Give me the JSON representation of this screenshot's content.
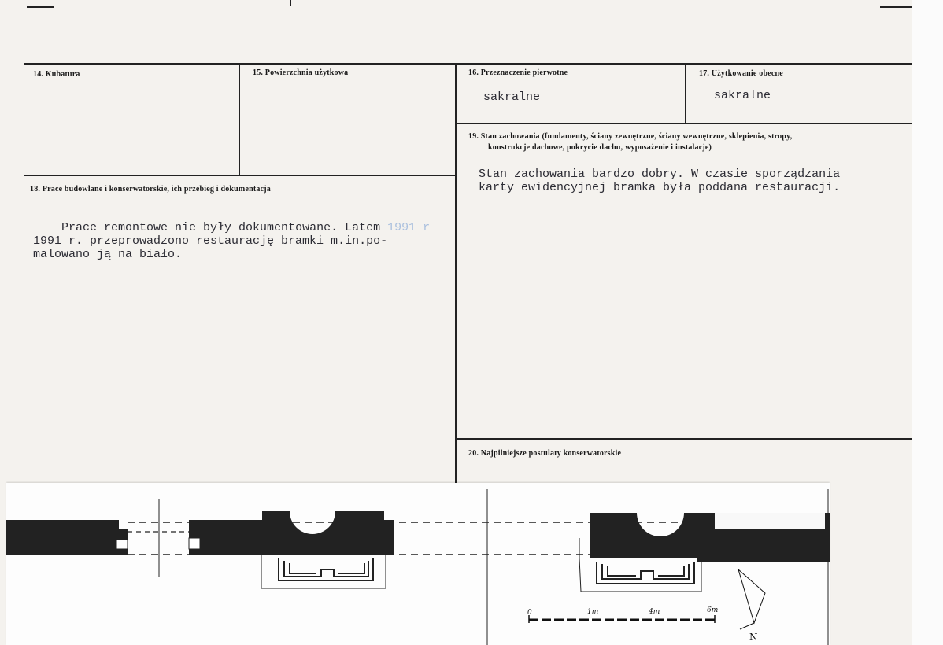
{
  "sections": {
    "s14": {
      "label": "14. Kubatura"
    },
    "s15": {
      "label": "15. Powierzchnia użytkowa"
    },
    "s16": {
      "label": "16. Przeznaczenie pierwotne",
      "value": "sakralne"
    },
    "s17": {
      "label": "17. Użytkowanie obecne",
      "value": "sakralne"
    },
    "s18": {
      "label": "18. Prace budowlane i konserwatorskie, ich przebieg i dokumentacja",
      "text_line1": "    Prace remontowe nie były dokumentowane. Latem ",
      "ghost": "1991 r",
      "text_rest": "1991 r. przeprowadzono restaurację bramki m.in.po-\nmalowano ją na biało."
    },
    "s19": {
      "label_line1": "19. Stan zachowania (fundamenty, ściany zewnętrzne, ściany wewnętrzne, sklepienia, stropy,",
      "label_line2": "konstrukcje dachowe, pokrycie dachu, wyposażenie i instalacje)",
      "text": "Stan zachowania bardzo dobry. W czasie sporządzania\nkarty ewidencyjnej bramka była poddana restauracji."
    },
    "s20": {
      "label": "20. Najpilniejsze postulaty konserwatorskie"
    }
  },
  "drawing": {
    "scale_labels": [
      "0",
      "1m",
      "4m",
      "6m"
    ],
    "north_label": "N"
  }
}
